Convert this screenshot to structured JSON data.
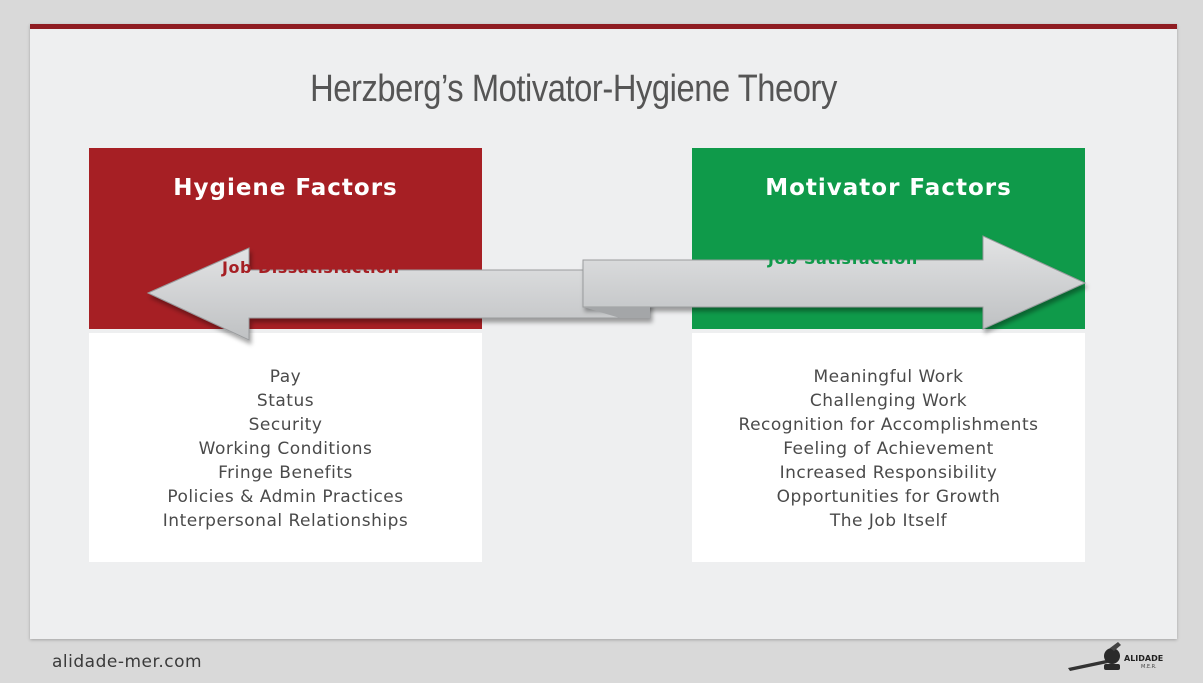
{
  "title": "Herzberg’s Motivator-Hygiene Theory",
  "hygiene": {
    "heading": "Hygiene Factors",
    "arrow_label": "Job Dissatisfaction",
    "color": "#a61f24",
    "items": [
      "Pay",
      "Status",
      "Security",
      "Working Conditions",
      "Fringe Benefits",
      "Policies & Admin Practices",
      "Interpersonal Relationships"
    ]
  },
  "motivator": {
    "heading": "Motivator Factors",
    "arrow_label": "Job Satisfaction",
    "color": "#0f9a4a",
    "items": [
      "Meaningful Work",
      "Challenging Work",
      "Recognition for Accomplishments",
      "Feeling of Achievement",
      "Increased Responsibility",
      "Opportunities for Growth",
      "The Job Itself"
    ]
  },
  "footer": {
    "url": "alidade-mer.com",
    "logo_text": "ALIDADE",
    "logo_subtext": "M.E.R."
  }
}
